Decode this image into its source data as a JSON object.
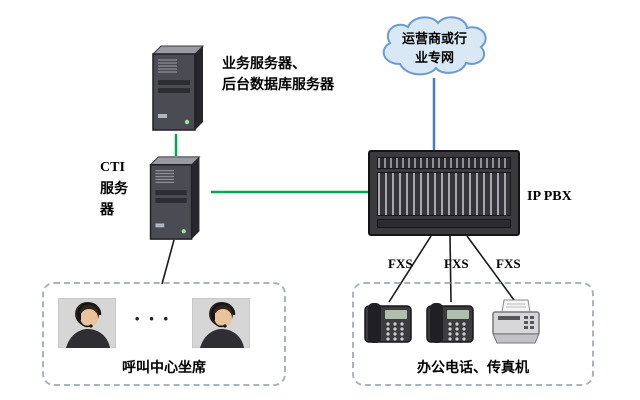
{
  "nodes": {
    "app_server": {
      "icon": "server-tower-icon",
      "label_lines": [
        "业务服务器、",
        "后台数据库服务器"
      ]
    },
    "cti_server": {
      "icon": "server-tower-icon",
      "label_lines": [
        "CTI",
        "服务",
        "器"
      ]
    },
    "cloud": {
      "icon": "cloud-icon",
      "label_lines": [
        "运营商或行",
        "业专网"
      ]
    },
    "ip_pbx": {
      "icon": "rack-chassis-icon",
      "label": "IP PBX"
    },
    "call_center": {
      "icon": "call-center-agent-photo",
      "label": "呼叫中心坐席",
      "ellipsis": "···"
    },
    "office_devices": {
      "icons": [
        "desk-phone-icon",
        "desk-phone-icon",
        "fax-machine-icon"
      ],
      "label": "办公电话、传真机"
    },
    "fxs_ports": [
      "FXS",
      "FXS",
      "FXS"
    ]
  },
  "connections": [
    {
      "from": "app_server",
      "to": "cti_server",
      "color": "#00a651"
    },
    {
      "from": "cti_server",
      "to": "ip_pbx",
      "color": "#00a651"
    },
    {
      "from": "cloud",
      "to": "ip_pbx",
      "color": "#4a7ebb"
    },
    {
      "from": "cti_server",
      "to": "call_center",
      "color": "#1a1a1a"
    },
    {
      "from": "ip_pbx",
      "to": "office_phone_1",
      "color": "#1a1a1a"
    },
    {
      "from": "ip_pbx",
      "to": "office_phone_2",
      "color": "#1a1a1a"
    },
    {
      "from": "ip_pbx",
      "to": "fax_machine",
      "color": "#1a1a1a"
    }
  ],
  "colors": {
    "cloud_fill": "#d9e8f5",
    "cloud_stroke": "#6b9bd2",
    "dashed_box": "#a9b4bf"
  }
}
